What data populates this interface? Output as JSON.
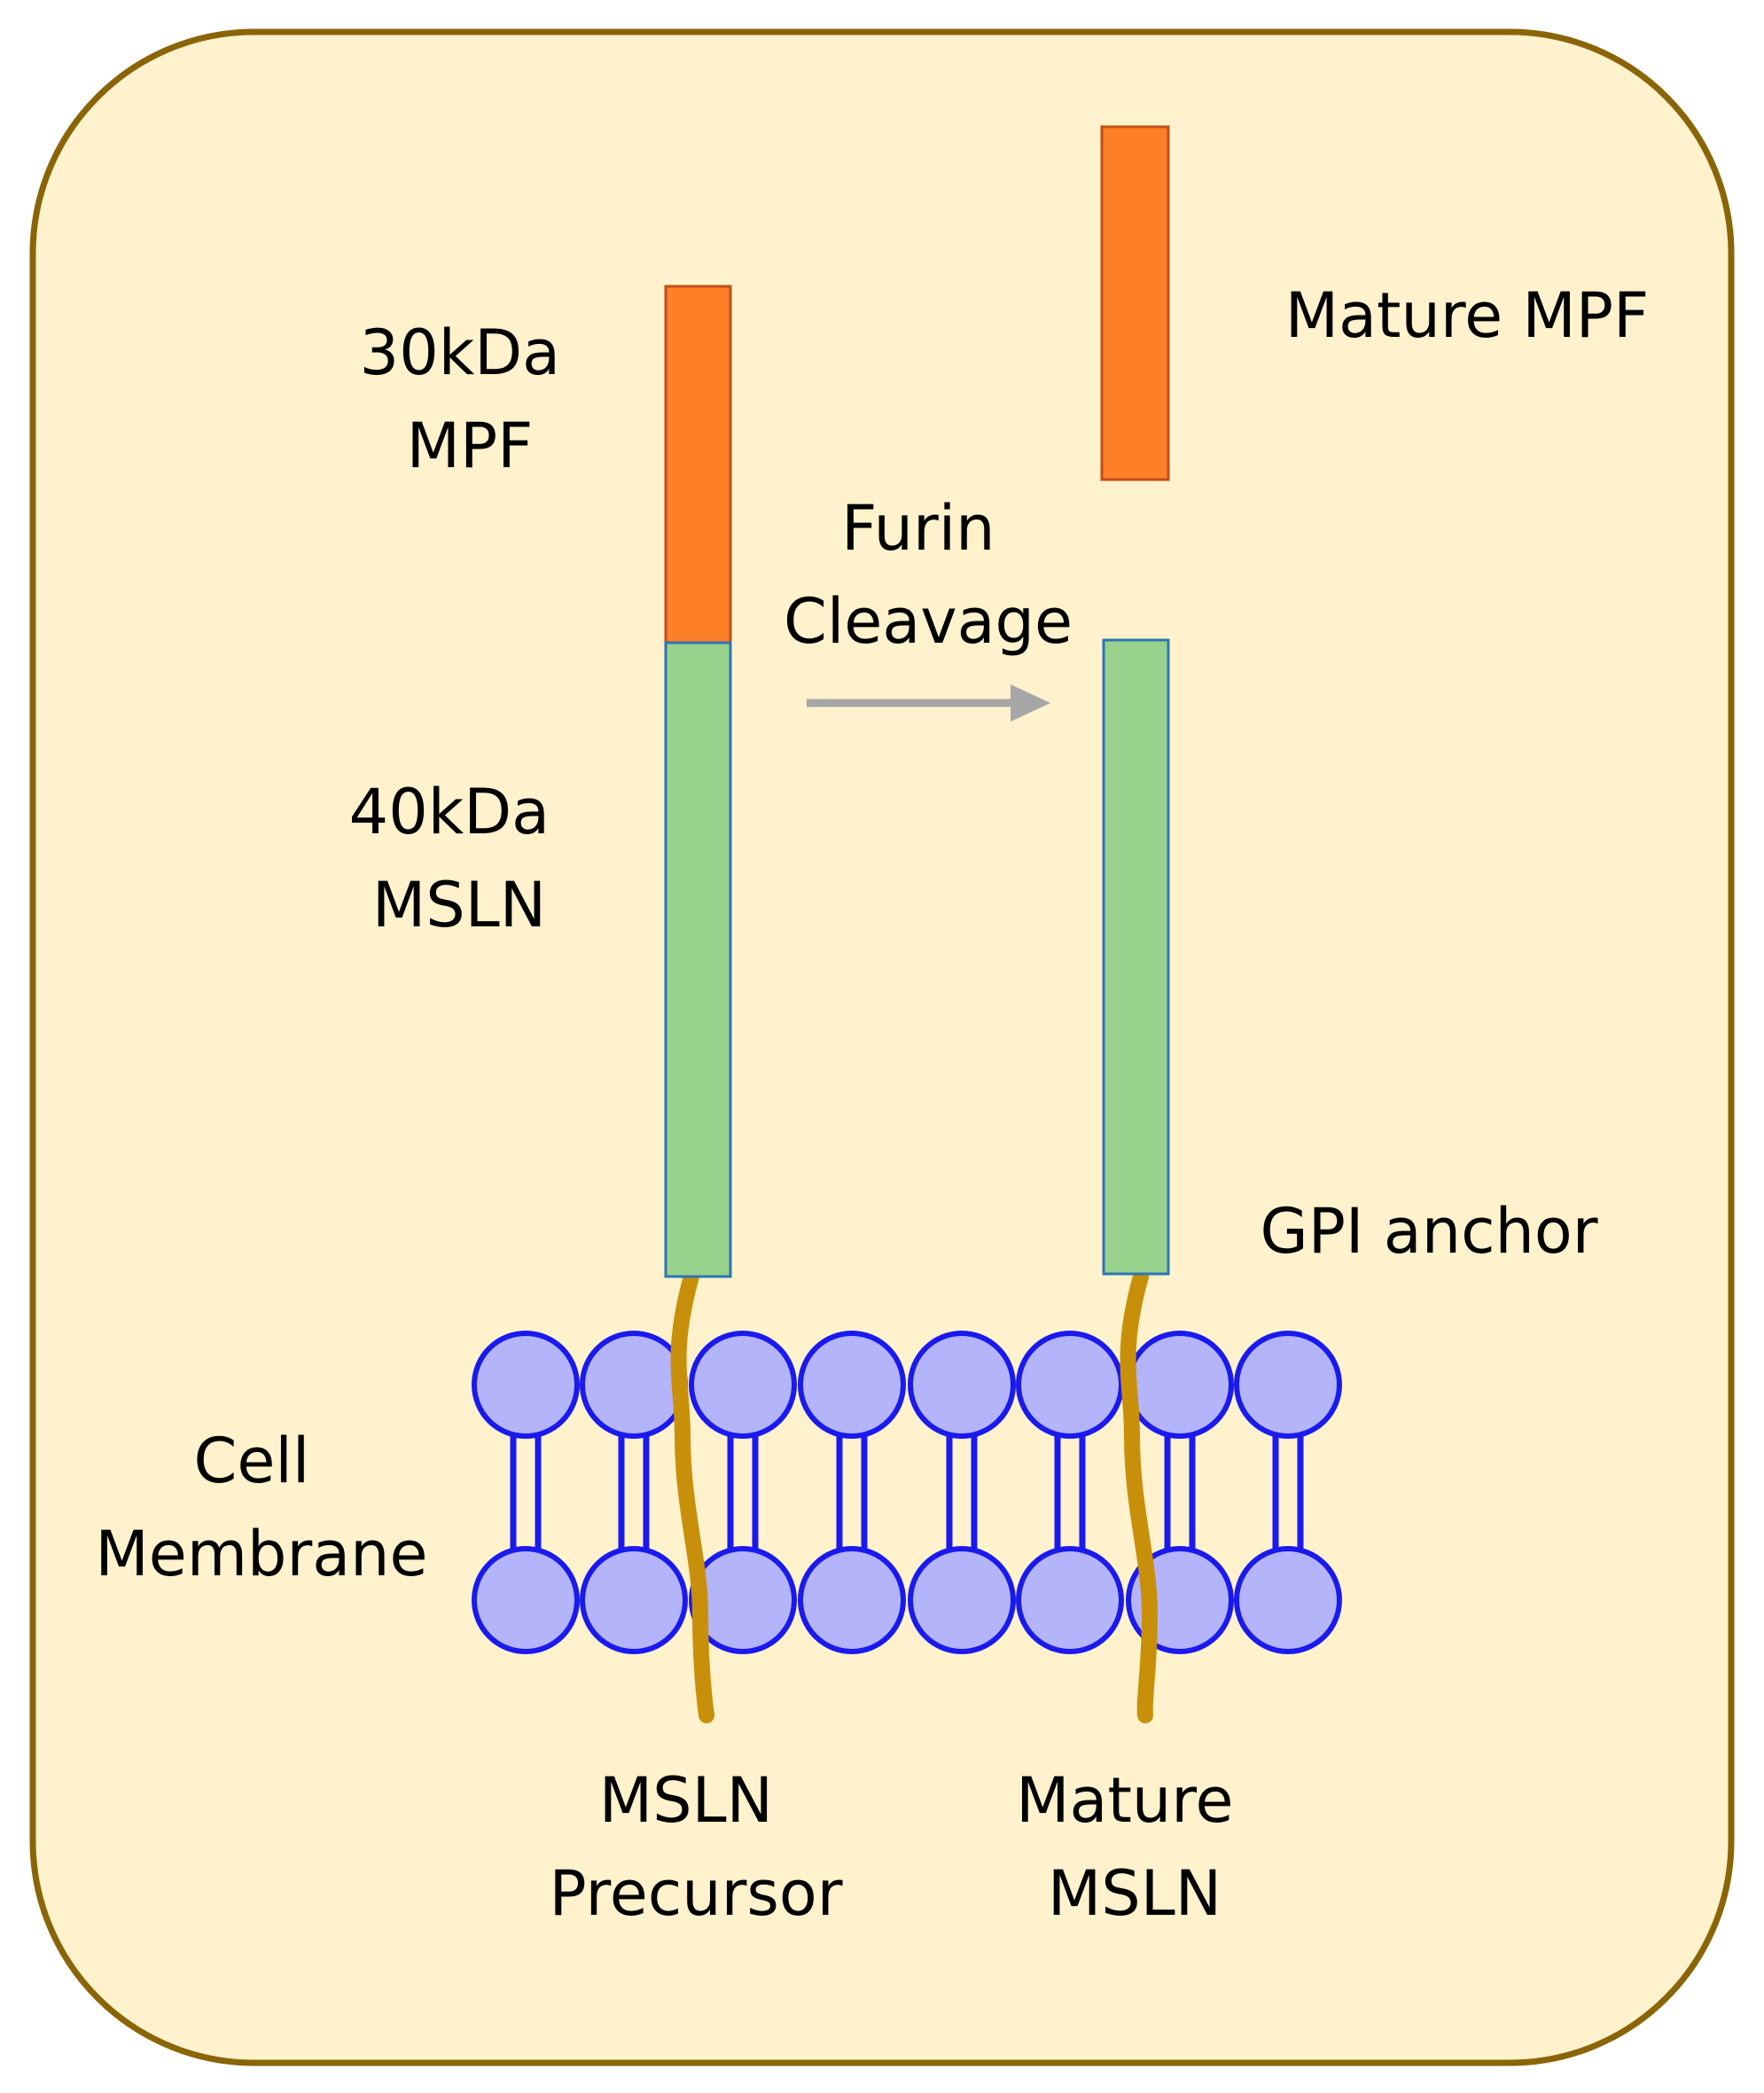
{
  "colors": {
    "background": "#fff2cc",
    "border": "#8a6508",
    "mpf": "#fd7f27",
    "mpf_stroke": "#c0501a",
    "msln": "#98d18c",
    "msln_stroke": "#2e75b6",
    "anchor": "#c8900a",
    "lipid_fill": "#b4b4fa",
    "lipid_stroke": "#1a1aee",
    "arrow": "#a6a6a6"
  },
  "labels": {
    "mpf_30kda": [
      "30kDa",
      "MPF"
    ],
    "msln_40kda": [
      "40kDa",
      "MSLN"
    ],
    "furin_cleavage": [
      "Furin",
      "Cleavage"
    ],
    "mature_mpf": "Mature MPF",
    "gpi_anchor": "GPI anchor",
    "cell_membrane": [
      "Cell",
      "Membrane"
    ],
    "msln_precursor": [
      "MSLN",
      "Precursor"
    ],
    "mature_msln": [
      "Mature",
      "MSLN"
    ]
  },
  "icons": {
    "cleavage_arrow": "right-arrow-icon",
    "lipid": "phospholipid-icon"
  }
}
